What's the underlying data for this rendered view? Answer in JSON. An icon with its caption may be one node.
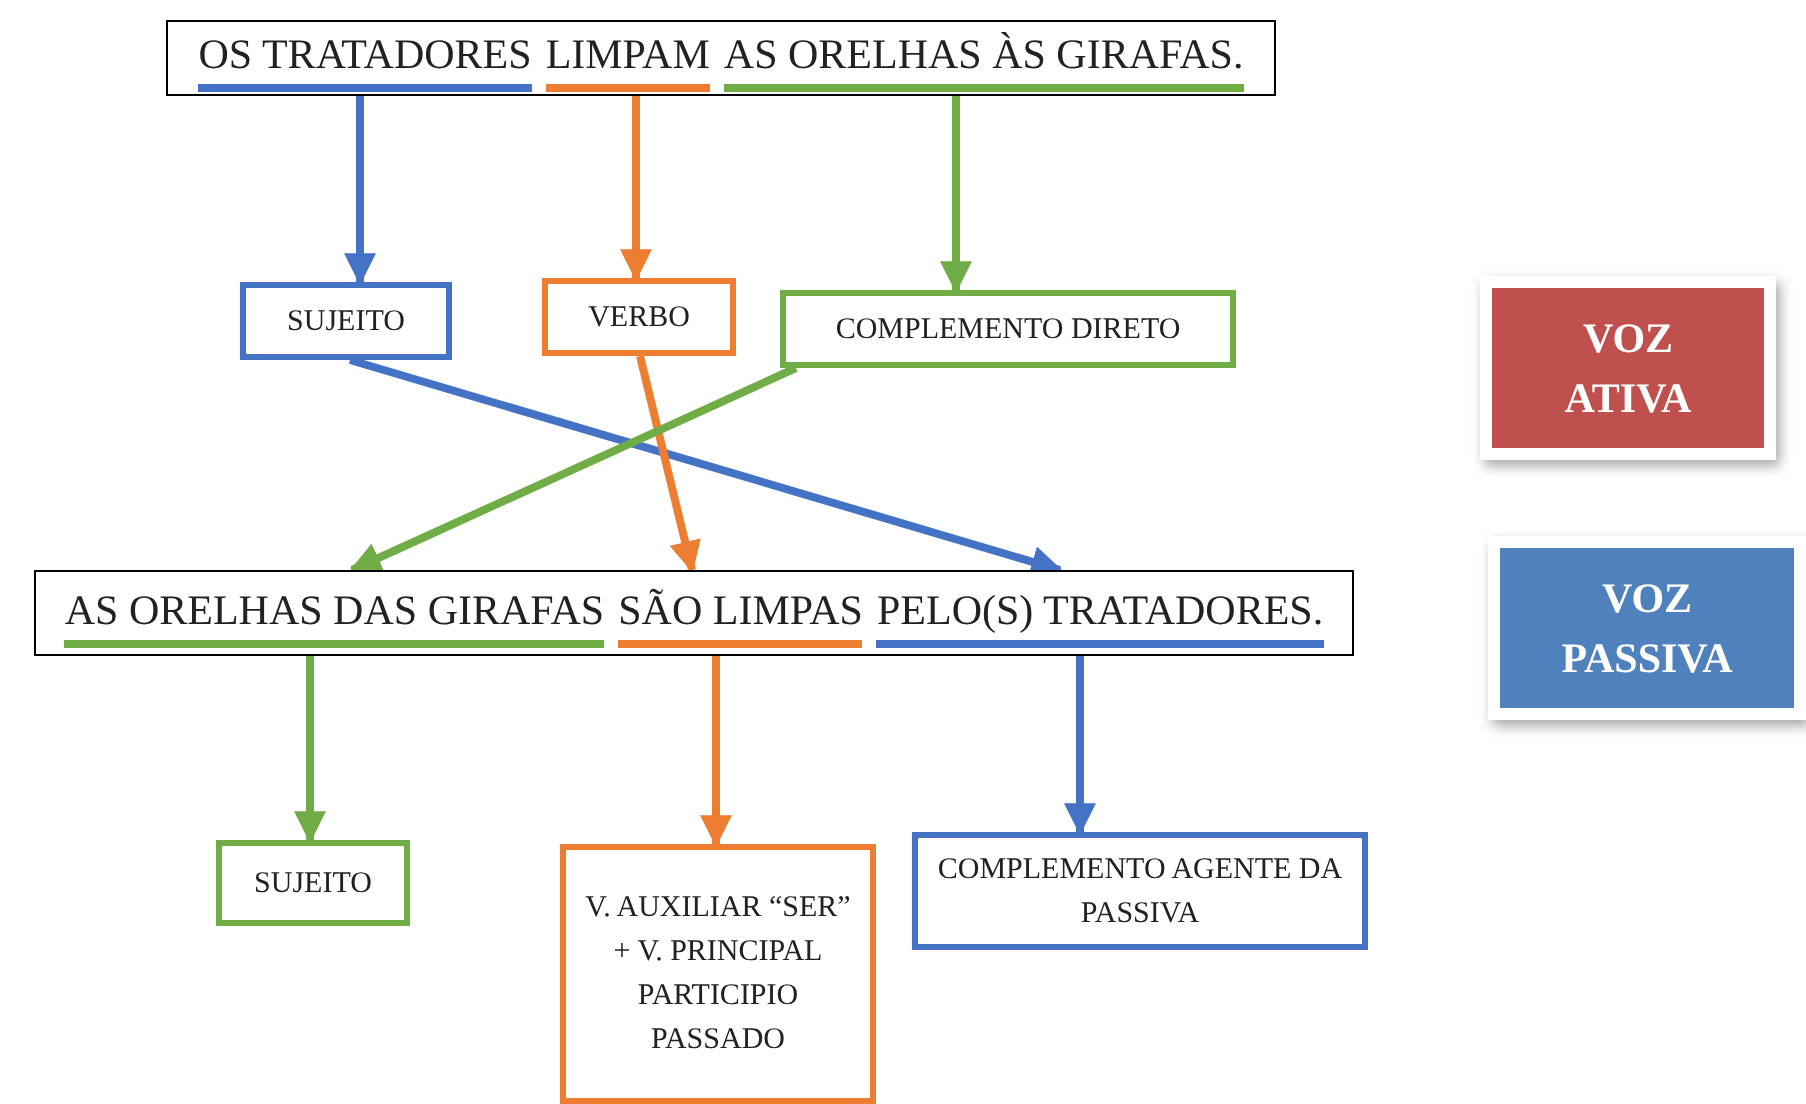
{
  "diagram": {
    "nodes": [
      {
        "text": [
          "OS TRATADORES",
          "LIMPAM",
          "AS ORELHAS ÀS GIRAFAS."
        ]
      },
      {
        "text": [
          "SUJEITO"
        ]
      },
      {
        "text": [
          "VERBO"
        ]
      },
      {
        "text": [
          "COMPLEMENTO DIRETO"
        ]
      },
      {
        "text": [
          "VOZ ATIVA"
        ]
      },
      {
        "text": [
          "AS ORELHAS DAS GIRAFAS",
          "SÃO LIMPAS",
          "PELO(S) TRATADORES."
        ]
      },
      {
        "text": [
          "VOZ PASSIVA"
        ]
      },
      {
        "text": [
          "SUJEITO"
        ]
      },
      {
        "text": [
          "V. AUXILIAR “SER” + V. PRINCIPAL PARTICIPIO PASSADO"
        ]
      },
      {
        "text": [
          "COMPLEMENTO AGENTE DA PASSIVA"
        ]
      }
    ],
    "edges": [
      {
        "from": 0,
        "to": 1,
        "arrow": "to",
        "color": "#4472c4"
      },
      {
        "from": 0,
        "to": 2,
        "arrow": "to",
        "color": "#ed7d31"
      },
      {
        "from": 0,
        "to": 3,
        "arrow": "to",
        "color": "#70ad47"
      },
      {
        "from": 1,
        "to": 5,
        "arrow": "to",
        "color": "#4472c4"
      },
      {
        "from": 2,
        "to": 5,
        "arrow": "to",
        "color": "#ed7d31"
      },
      {
        "from": 3,
        "to": 5,
        "arrow": "to",
        "color": "#70ad47"
      },
      {
        "from": 5,
        "to": 7,
        "arrow": "to",
        "color": "#70ad47"
      },
      {
        "from": 5,
        "to": 8,
        "arrow": "to",
        "color": "#ed7d31"
      },
      {
        "from": 5,
        "to": 9,
        "arrow": "to",
        "color": "#4472c4"
      }
    ]
  }
}
